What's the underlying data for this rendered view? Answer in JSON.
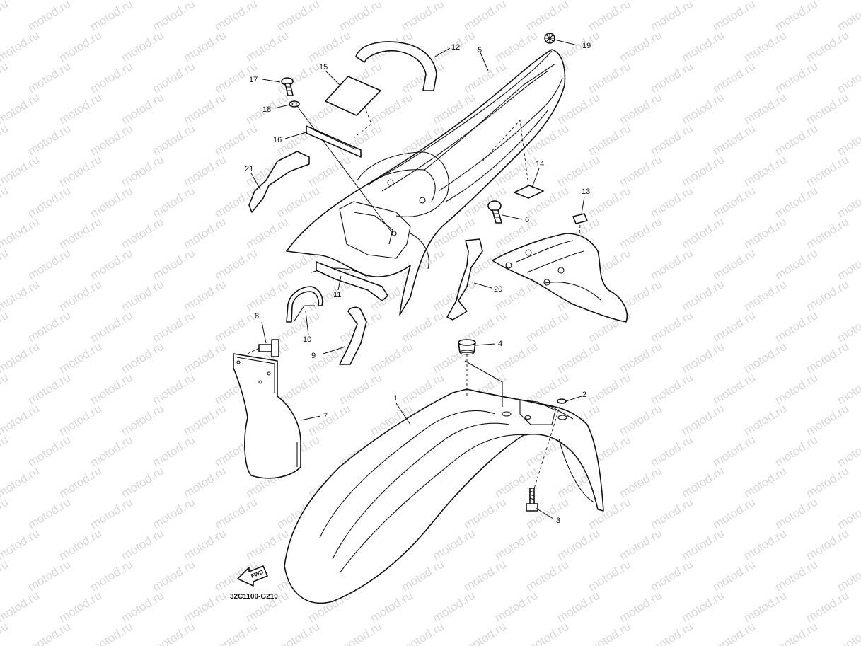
{
  "watermark": "motod.ru",
  "diagram_code": "32C1100-G210",
  "fwd_label": "FWD",
  "callouts": {
    "c1": "1",
    "c2": "2",
    "c3": "3",
    "c4": "4",
    "c5": "5",
    "c6": "6",
    "c7": "7",
    "c8": "8",
    "c9": "9",
    "c10": "10",
    "c11": "11",
    "c12": "12",
    "c13": "13",
    "c14": "14",
    "c15": "15",
    "c16": "16",
    "c17": "17",
    "c18": "18",
    "c19": "19",
    "c20": "20",
    "c21": "21"
  },
  "parts": [
    "front-fender",
    "rubber-grommet",
    "bolt",
    "rubber-damper",
    "rear-fender",
    "bolt",
    "mud-flap",
    "bolt",
    "band",
    "band",
    "band",
    "grab-bar",
    "label",
    "label",
    "label",
    "band",
    "screw",
    "collar",
    "nut",
    "graphic",
    "graphic"
  ]
}
